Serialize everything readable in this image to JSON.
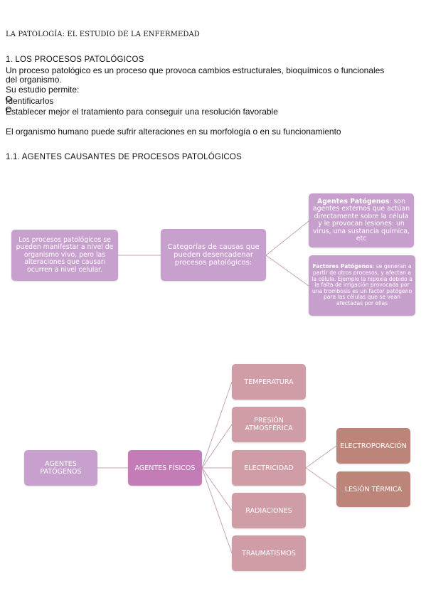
{
  "doc": {
    "title": "LA PATOLOGÍA: EL ESTUDIO DE LA ENFERMEDAD",
    "section1": "1. LOS PROCESOS PATOLÓGICOS",
    "p1_line1": "Un proceso patológico es un proceso que provoca cambios estructurales, bioquímicos o funcionales",
    "p1_line2": "del organismo.",
    "p1_line3": "Su estudio permite:",
    "checklist": [
      "Identificarlos",
      "Establecer mejor el tratamiento para conseguir una resolución favorable"
    ],
    "p2": "El organismo humano puede sufrir alteraciones en su morfología o en su funcionamiento",
    "section2": "1.1. AGENTES CAUSANTES DE PROCESOS PATOLÓGICOS"
  },
  "diagram1": {
    "left": "Los procesos patológicos se pueden manifestar a nivel de organismo vivo, pero las alteraciones que causan ocurren a nivel celular.",
    "middle": "Categorías de causas que pueden desencadenar procesos patológicos:",
    "top_bold": "Agentes Patógenos",
    "top_rest": ": son agentes externos que actúan directamente sobre la célula y le provocan lesiones: un virus, una sustancia química, etc",
    "bottom_bold": "Factores Patógenos",
    "bottom_rest": ": se generan a partir de otros procesos, y afectan a la célula. Ejemplo la hipoxia debido a la falta de irrigación provocada por una trombosis es un factor patógeno para las células que se vean afectadas por ellas"
  },
  "diagram2": {
    "root": "AGENTES PATÓGENOS",
    "physical": "AGENTES FÍSICOS",
    "items": [
      "TEMPERATURA",
      "PRESIÓN ATMOSFÉRICA",
      "ELECTRICIDAD",
      "RADIACIONES",
      "TRAUMATISMOS"
    ],
    "sub": [
      "ELECTROPORACIÓN",
      "LESIÓN TÉRMICA"
    ]
  },
  "colors": {
    "purple_light": "#c8a0cd",
    "purple_dark": "#c47cb6",
    "pink": "#d09ca6",
    "rose": "#bd8479",
    "connector": "#c9a2bb"
  }
}
